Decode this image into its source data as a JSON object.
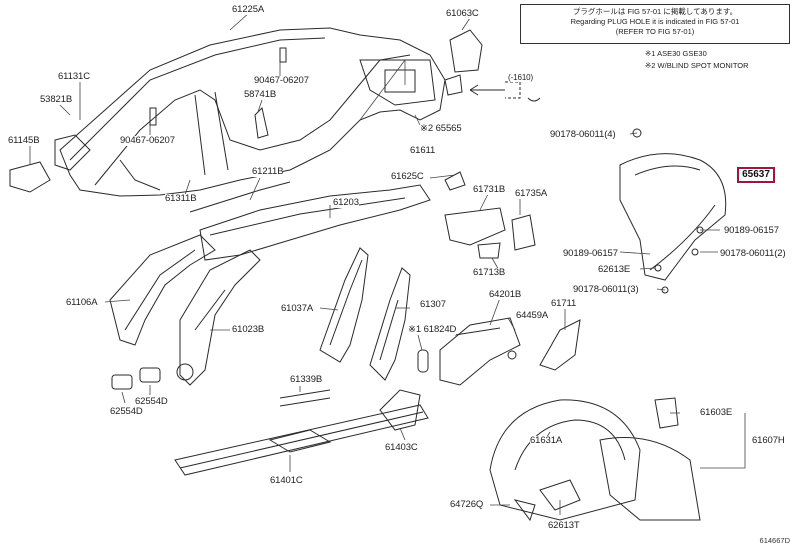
{
  "note": {
    "line1": "プラグホールは FIG 57-01 に掲載してあります。",
    "line2": "Regarding PLUG HOLE it is indicated in FIG 57-01",
    "line3": "(REFER TO FIG 57-01)"
  },
  "legend": {
    "item1": "※1 ASE30 GSE30",
    "item2": "※2 W/BLIND SPOT MONITOR"
  },
  "arrow_ref": "(-1610)",
  "highlighted_part": "65637",
  "figure_id": "614667D",
  "labels": {
    "p61225A": "61225A",
    "p61063C": "61063C",
    "p61131C": "61131C",
    "p53821B": "53821B",
    "p90467_06207a": "90467-06207",
    "p58741B": "58741B",
    "p90467_06207b": "90467-06207",
    "p61145B": "61145B",
    "p65565": "※2 65565",
    "p61611": "61611",
    "p61311B": "61311B",
    "p90178_06011_4": "90178-06011(4)",
    "p61211B": "61211B",
    "p61625C": "61625C",
    "p61731B": "61731B",
    "p61735A": "61735A",
    "p61203": "61203",
    "p90189_06157a": "90189-06157",
    "p90189_06157b": "90189-06157",
    "p90178_06011_2": "90178-06011(2)",
    "p61106A": "61106A",
    "p61713B": "61713B",
    "p62613E": "62613E",
    "p90178_06011_3": "90178-06011(3)",
    "p64201B": "64201B",
    "p61711": "61711",
    "p61037A": "61037A",
    "p61307": "61307",
    "p64459A": "64459A",
    "p61023B": "61023B",
    "p61824D": "※1 61824D",
    "p61339B": "61339B",
    "p62554D": "62554D",
    "p62554Db": "62554D",
    "p61603E": "61603E",
    "p61631A": "61631A",
    "p61607H": "61607H",
    "p61403C": "61403C",
    "p61401C": "61401C",
    "p64726Q": "64726Q",
    "p62613T": "62613T"
  }
}
